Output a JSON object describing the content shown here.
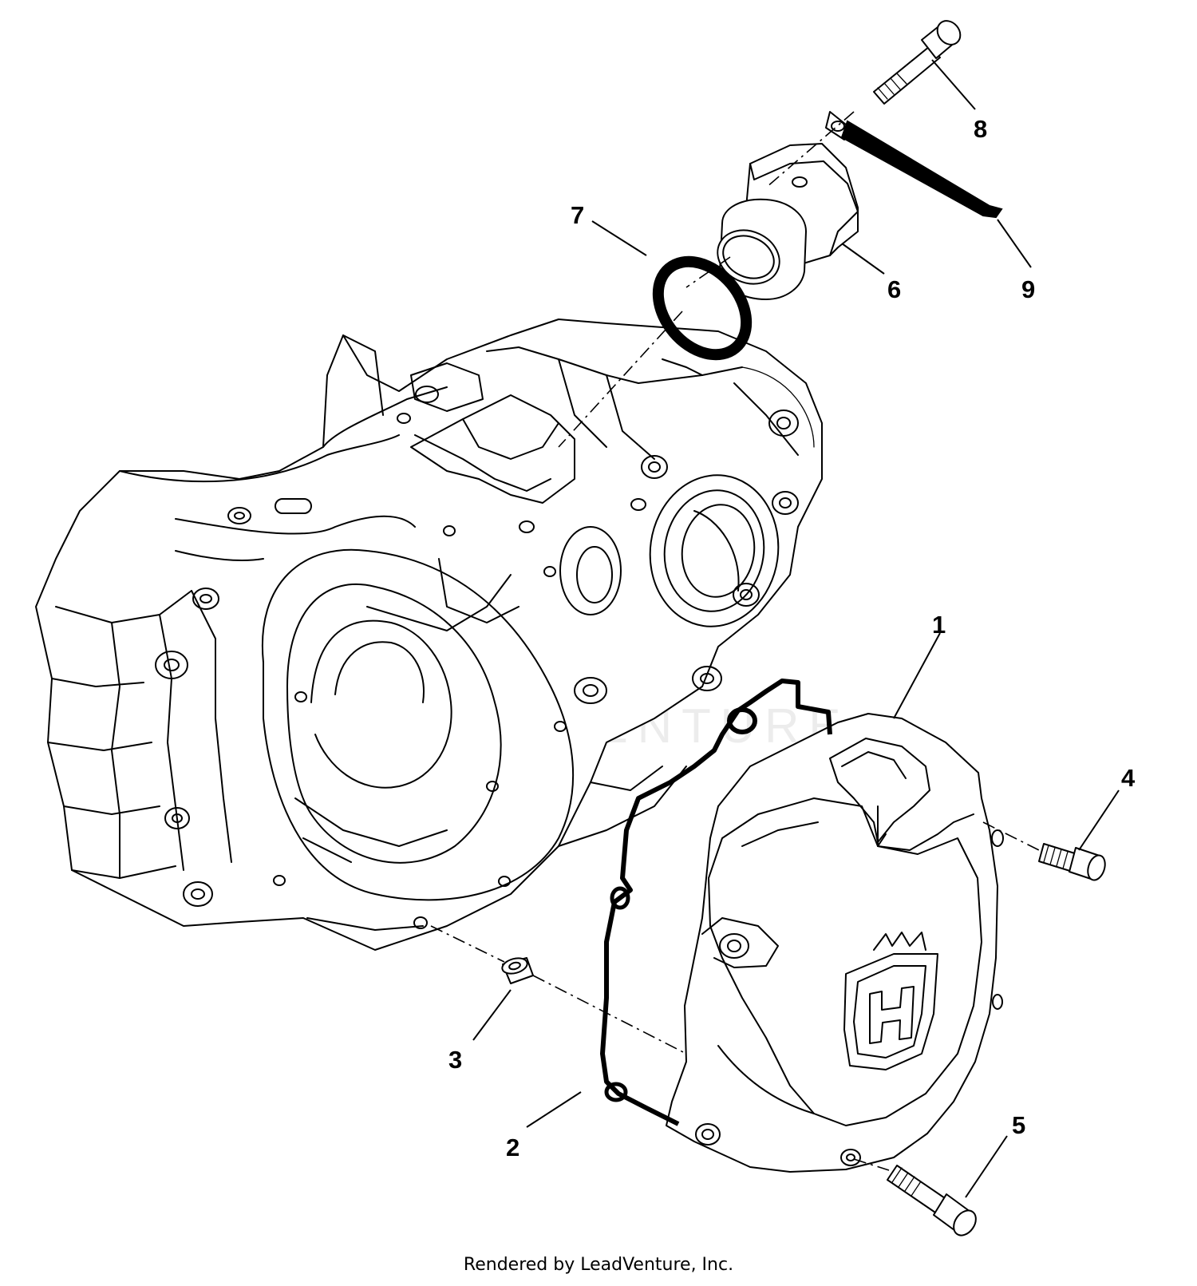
{
  "diagram": {
    "watermark": "LEADVENTURE",
    "footer": "Rendered by LeadVenture, Inc.",
    "callouts": [
      "1",
      "2",
      "3",
      "4",
      "5",
      "6",
      "7",
      "8",
      "9"
    ],
    "colors": {
      "ink": "#000000",
      "background": "#ffffff",
      "watermark": "#ececec"
    }
  }
}
